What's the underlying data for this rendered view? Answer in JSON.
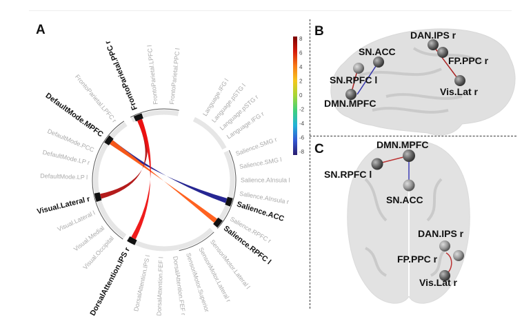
{
  "panels": {
    "a_label": "A",
    "b_label": "B",
    "c_label": "C"
  },
  "chord_diagram": {
    "regions": [
      {
        "name": "FrontoParietal.PPC r",
        "highlight": true
      },
      {
        "name": "FrontoParietal.LPFC l",
        "highlight": false
      },
      {
        "name": "FrontoParietal.PPC l",
        "highlight": false
      },
      {
        "name": "Language.IFG l",
        "highlight": false
      },
      {
        "name": "Language.pSTG l",
        "highlight": false
      },
      {
        "name": "Language.pSTG r",
        "highlight": false
      },
      {
        "name": "Language.IFG r",
        "highlight": false
      },
      {
        "name": "Salience.SMG r",
        "highlight": false
      },
      {
        "name": "Salience.SMG l",
        "highlight": false
      },
      {
        "name": "Salience.AInsula l",
        "highlight": false
      },
      {
        "name": "Salience.AInsula r",
        "highlight": false
      },
      {
        "name": "Salience.ACC",
        "highlight": true
      },
      {
        "name": "Salience.RPFC r",
        "highlight": false
      },
      {
        "name": "Salience.RPFC l",
        "highlight": true
      },
      {
        "name": "SensoriMotor.Lateral l",
        "highlight": false
      },
      {
        "name": "SensoriMotor.Lateral r",
        "highlight": false
      },
      {
        "name": "SensoriMotor.Superior",
        "highlight": false
      },
      {
        "name": "DorsalAttention.FEF r",
        "highlight": false
      },
      {
        "name": "DorsalAttention.FEF l",
        "highlight": false
      },
      {
        "name": "DorsalAttention.IPS l",
        "highlight": false
      },
      {
        "name": "DorsalAttention.IPS r",
        "highlight": true
      },
      {
        "name": "Visual.Occipital",
        "highlight": false
      },
      {
        "name": "Visual.Medial",
        "highlight": false
      },
      {
        "name": "Visual.Lateral l",
        "highlight": false
      },
      {
        "name": "Visual.Lateral r",
        "highlight": true
      },
      {
        "name": "DefaultMode.LP l",
        "highlight": false
      },
      {
        "name": "DefaultMode.LP r",
        "highlight": false
      },
      {
        "name": "DefaultMode.PCC",
        "highlight": false
      },
      {
        "name": "DefaultMode.MPFC",
        "highlight": true
      },
      {
        "name": "FrontoParietal.LPFC r",
        "highlight": false
      }
    ],
    "connections": [
      {
        "from": "DefaultMode.MPFC",
        "to": "Salience.ACC",
        "value": -7.5,
        "color": "#1a1a8c"
      },
      {
        "from": "DefaultMode.MPFC",
        "to": "Salience.RPFC l",
        "value": 5.5,
        "color": "#ff5a14"
      },
      {
        "from": "FrontoParietal.PPC r",
        "to": "Visual.Lateral r",
        "value": 7.5,
        "color": "#b01010"
      },
      {
        "from": "FrontoParietal.PPC r",
        "to": "DorsalAttention.IPS r",
        "value": 6.5,
        "color": "#ee1010"
      }
    ],
    "colorbar": {
      "ticks": [
        "8",
        "6",
        "4",
        "2",
        "0",
        "-2",
        "-4",
        "-6",
        "-8"
      ],
      "min": -8,
      "max": 8,
      "colors": [
        "#7a0000",
        "#d41a0a",
        "#f87a16",
        "#f4c71c",
        "#a4d636",
        "#3fd07c",
        "#22b2d8",
        "#3458d4",
        "#2a1c6e"
      ]
    }
  },
  "brain_b": {
    "nodes": [
      {
        "label": "SN.ACC"
      },
      {
        "label": "SN.RPFC l"
      },
      {
        "label": "DMN.MPFC"
      },
      {
        "label": "DAN.IPS r"
      },
      {
        "label": "FP.PPC r"
      },
      {
        "label": "Vis.Lat r"
      }
    ]
  },
  "brain_c": {
    "nodes": [
      {
        "label": "DMN.MPFC"
      },
      {
        "label": "SN.RPFC l"
      },
      {
        "label": "SN.ACC"
      },
      {
        "label": "DAN.IPS r"
      },
      {
        "label": "FP.PPC r"
      },
      {
        "label": "Vis.Lat r"
      }
    ]
  }
}
